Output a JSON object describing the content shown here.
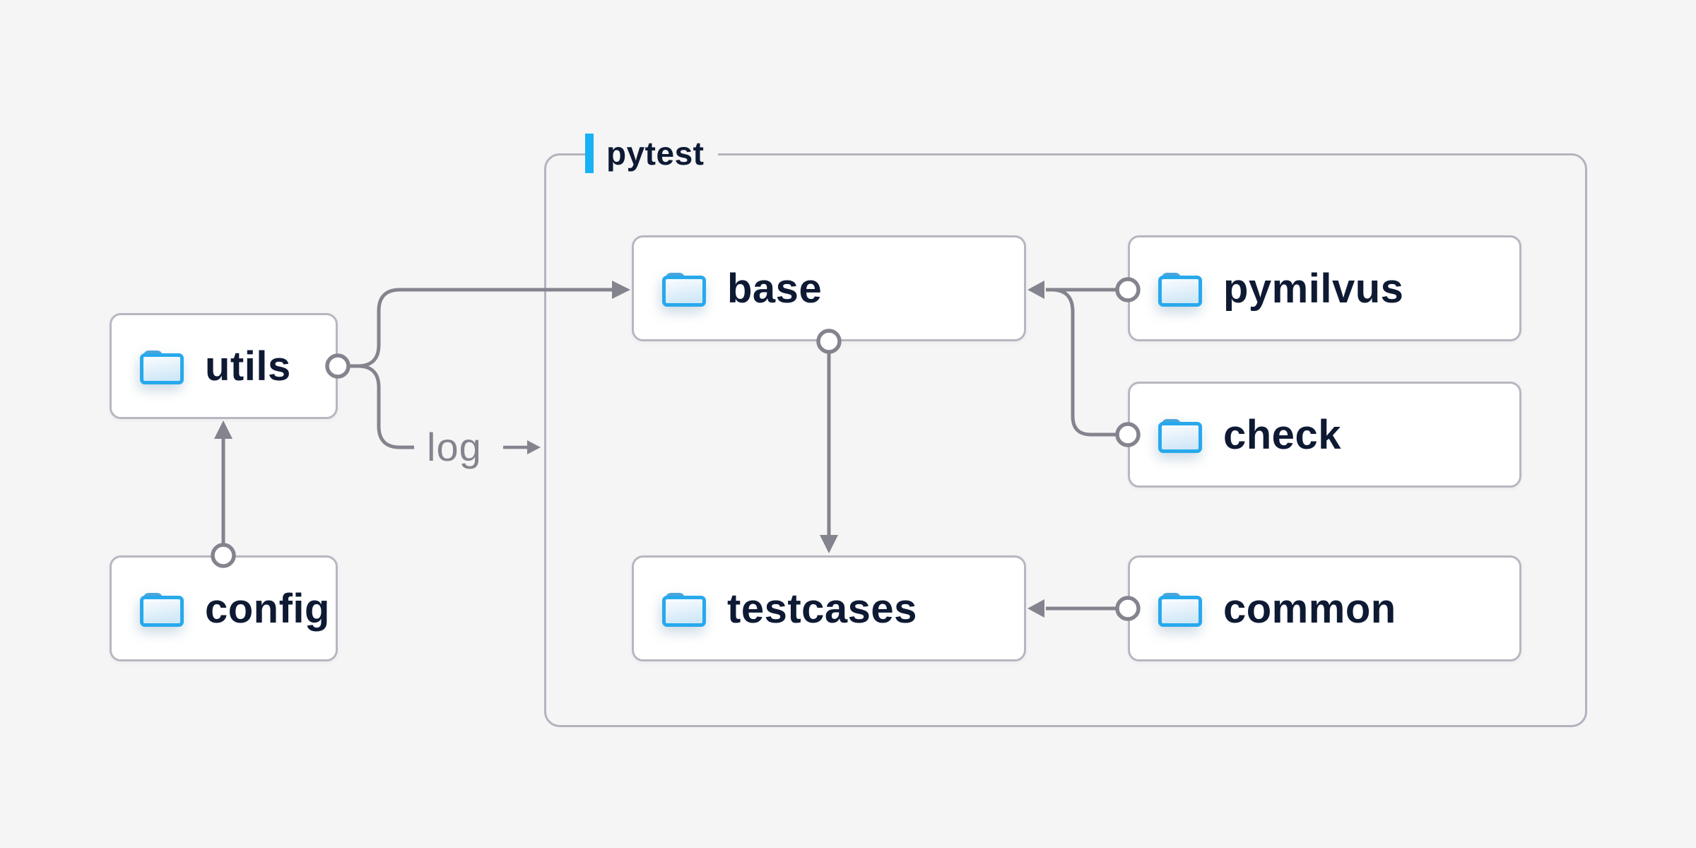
{
  "diagram": {
    "container": {
      "label": "pytest"
    },
    "nodes": {
      "utils": {
        "label": "utils"
      },
      "config": {
        "label": "config"
      },
      "base": {
        "label": "base"
      },
      "pymilvus": {
        "label": "pymilvus"
      },
      "check": {
        "label": "check"
      },
      "testcases": {
        "label": "testcases"
      },
      "common": {
        "label": "common"
      }
    },
    "edge_labels": {
      "log": "log"
    },
    "edges": [
      {
        "from": "config",
        "to": "utils"
      },
      {
        "from": "utils",
        "to": "base"
      },
      {
        "from": "utils",
        "to": "log-output",
        "label": "log"
      },
      {
        "from": "pymilvus",
        "to": "base"
      },
      {
        "from": "check",
        "to": "base"
      },
      {
        "from": "base",
        "to": "testcases"
      },
      {
        "from": "common",
        "to": "testcases"
      }
    ],
    "colors": {
      "background": "#f5f5f6",
      "node_fill": "#ffffff",
      "node_border": "#b7b7c1",
      "container_border": "#b3b3bf",
      "label_text": "#0e1a33",
      "connector_gray": "#84848e",
      "accent_blue": "#16b2f4",
      "folder_blue": "#27a9ec",
      "folder_fill_light": "#cfe7f7"
    }
  }
}
